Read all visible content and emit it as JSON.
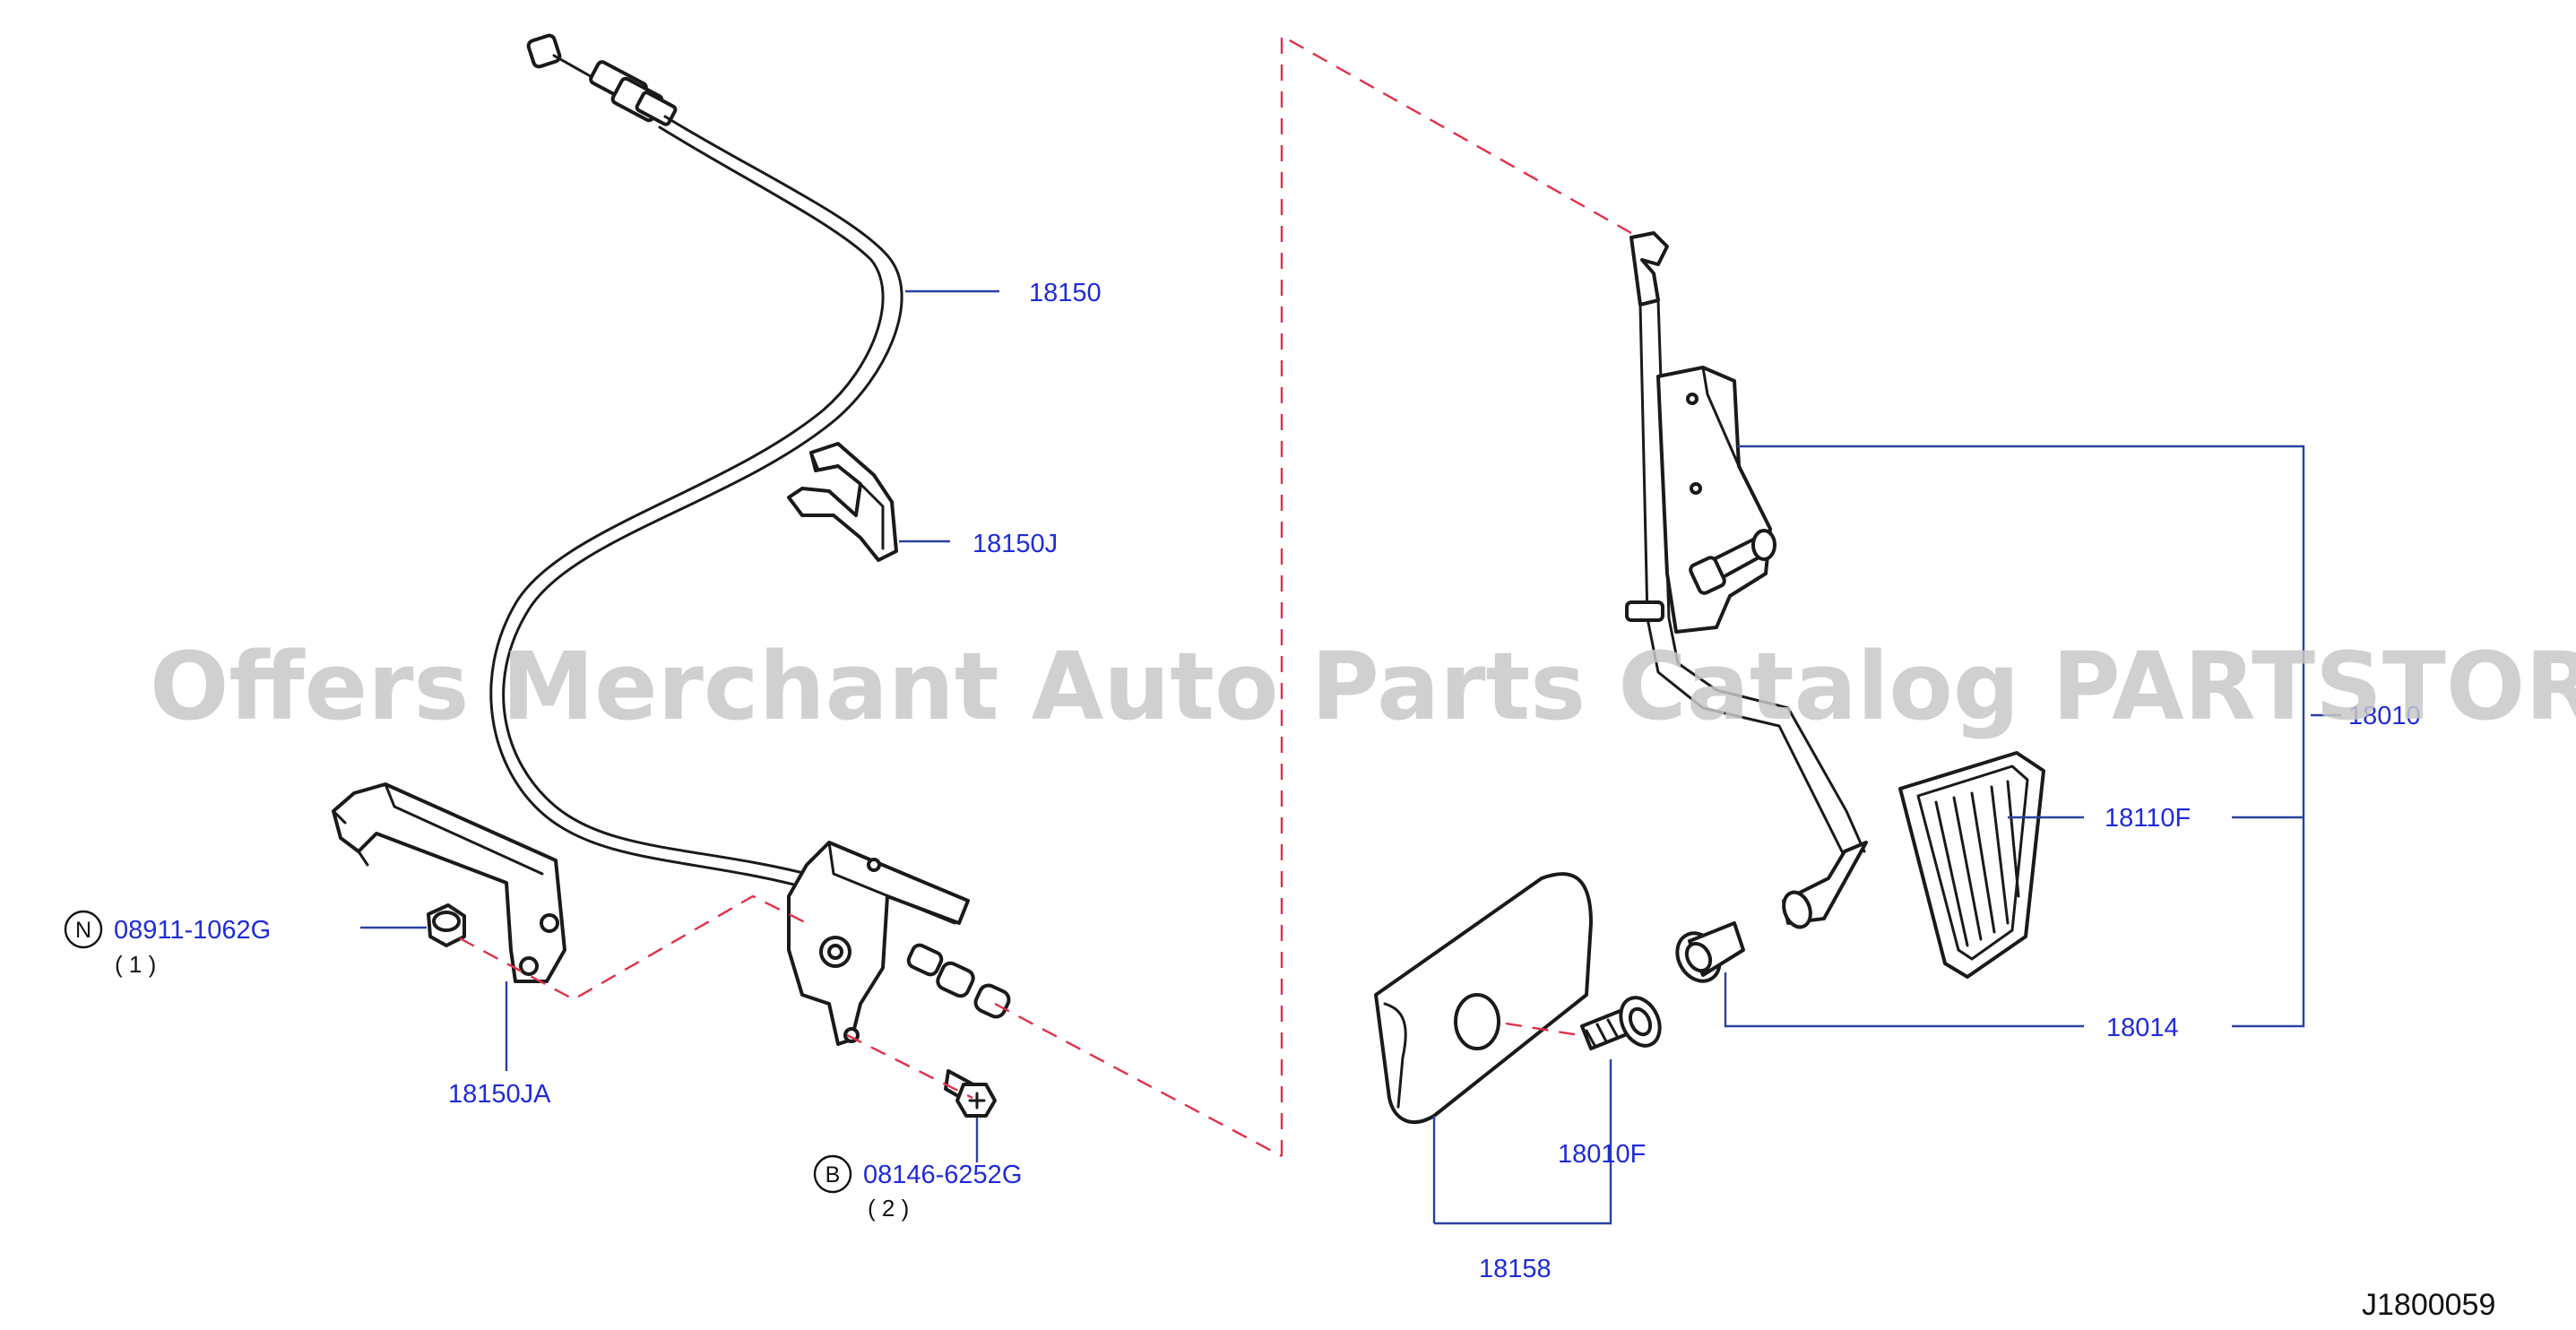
{
  "diagram_code": "J1800059",
  "watermark": "Offers Merchant Auto Parts Catalog PARTSTORE.SA",
  "callouts": {
    "cable": "18150",
    "clamp": "18150J",
    "cable_bracket": "18150JA",
    "nut": "08911-1062G",
    "nut_prefix": "N",
    "nut_qty": "( 1 )",
    "bolt": "08146-6252G",
    "bolt_prefix": "B",
    "bolt_qty": "( 2 )",
    "pedal_assy": "18010",
    "pedal_pad": "18110F",
    "bushing": "18014",
    "stopper": "18010F",
    "stopper_pad": "18158"
  }
}
